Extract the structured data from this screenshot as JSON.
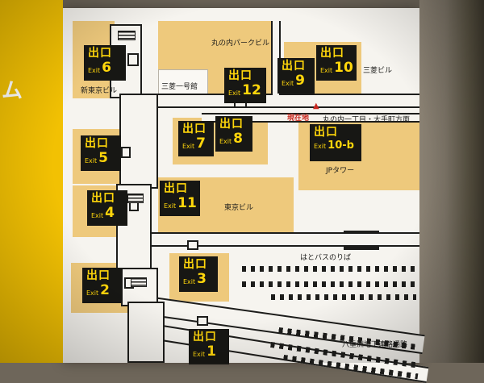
{
  "colors": {
    "yellow": "#f2c103",
    "panel": "#f6f4ef",
    "building": "#eec97c",
    "ink": "#1d1d1b",
    "exitbg": "#171714",
    "exitfg": "#ffd60b",
    "red": "#c9271e",
    "wall": "#6e665a"
  },
  "sign": {
    "side_text": "ム"
  },
  "map": {
    "exits": [
      {
        "jp": "出口",
        "en": "Exit",
        "num": "6"
      },
      {
        "jp": "出口",
        "en": "Exit",
        "num": "12"
      },
      {
        "jp": "出口",
        "en": "Exit",
        "num": "9"
      },
      {
        "jp": "出口",
        "en": "Exit",
        "num": "10"
      },
      {
        "jp": "出口",
        "en": "Exit",
        "num": "5"
      },
      {
        "jp": "出口",
        "en": "Exit",
        "num": "7"
      },
      {
        "jp": "出口",
        "en": "Exit",
        "num": "8"
      },
      {
        "jp": "出口",
        "en": "Exit",
        "num": "10-b"
      },
      {
        "jp": "出口",
        "en": "Exit",
        "num": "4"
      },
      {
        "jp": "出口",
        "en": "Exit",
        "num": "11"
      },
      {
        "jp": "出口",
        "en": "Exit",
        "num": "2"
      },
      {
        "jp": "出口",
        "en": "Exit",
        "num": "3"
      },
      {
        "jp": "出口",
        "en": "Exit",
        "num": "1"
      }
    ],
    "labels": {
      "park": "丸の内パークビル",
      "shin_tokyo": "新東京ビル",
      "ichigokan": "三菱一号館",
      "mitsubishi": "三菱ビル",
      "jp_tower": "JPタワー",
      "tokyo_bldg": "東京ビル",
      "hato_bus": "はとバスのりば",
      "yaesu": "八重洲地下連絡通路",
      "direction": "丸の内一丁目・大手町方面",
      "current": "現在地",
      "marker": "▲"
    }
  }
}
